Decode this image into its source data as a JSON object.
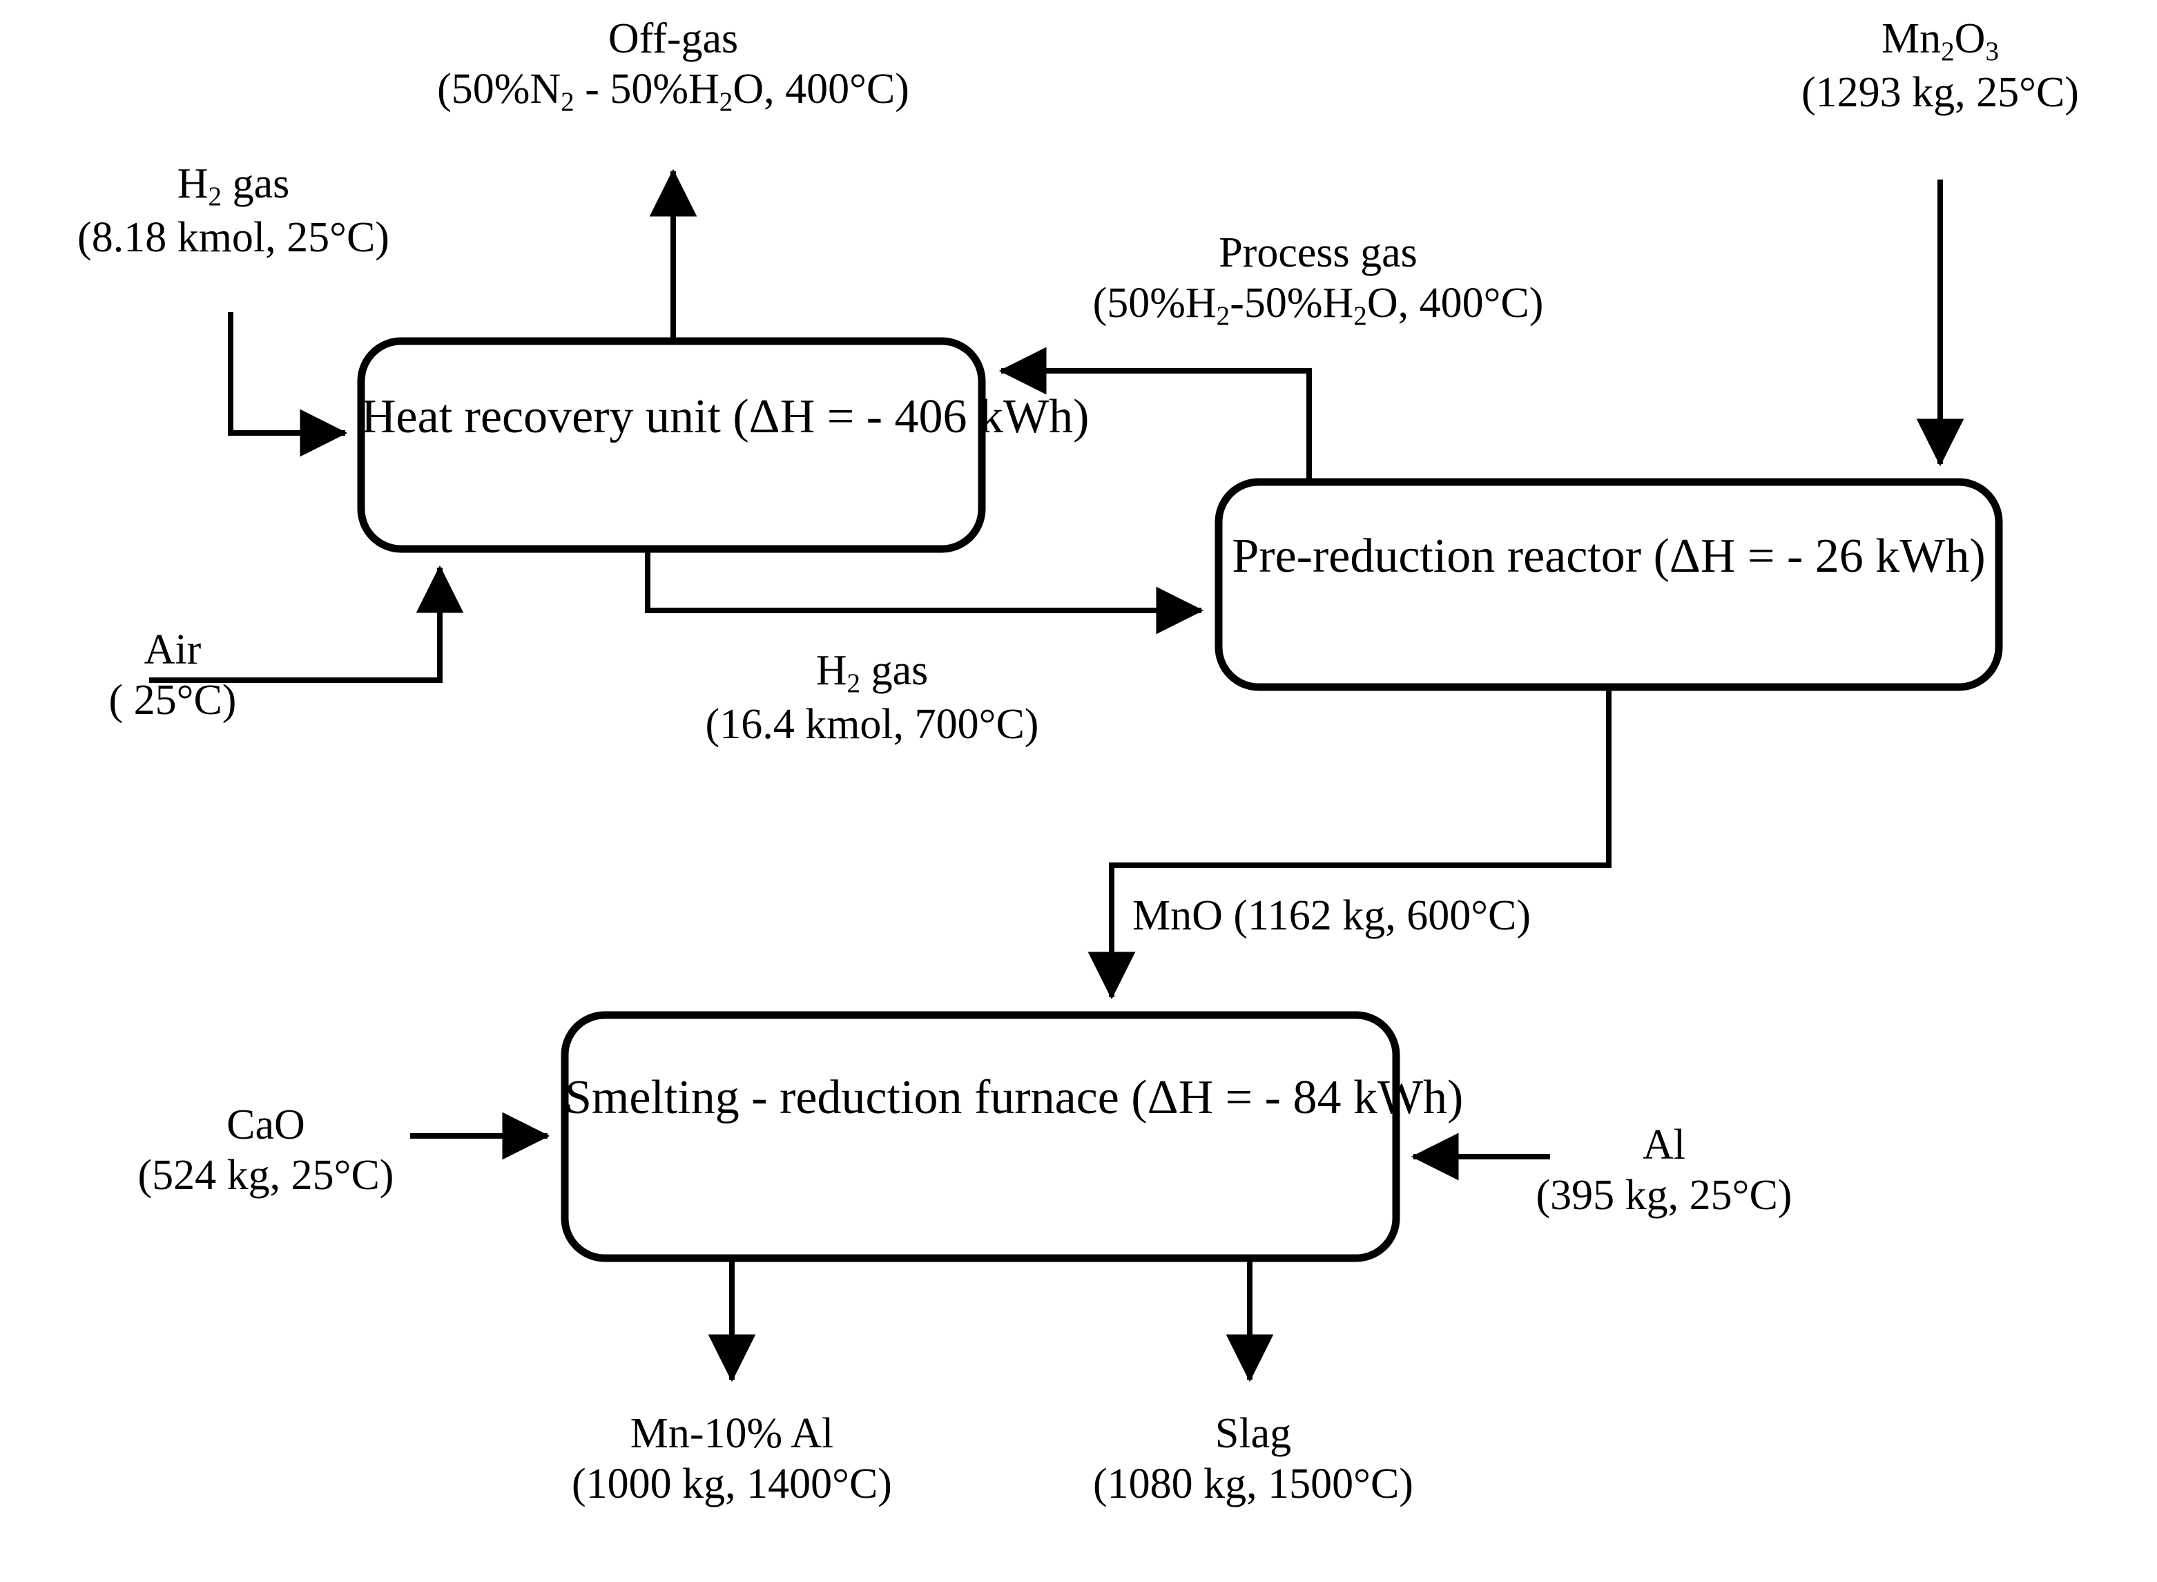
{
  "diagram": {
    "title": "Mn-10% Al alloy production flowsheet",
    "type": "process-flow-diagram",
    "stroke_color": "#000000",
    "background_color": "#ffffff"
  },
  "units": [
    {
      "id": "heat-recovery-unit",
      "name": "Heat recovery unit",
      "enthalpy": "(ΔH = - 406 kWh)"
    },
    {
      "id": "pre-reduction-reactor",
      "name": "Pre-reduction reactor",
      "enthalpy": "(ΔH = - 26 kWh)"
    },
    {
      "id": "smelting-reduction-furnace",
      "name": "Smelting - reduction furnace",
      "enthalpy": "(ΔH = - 84 kWh)"
    }
  ],
  "streams": [
    {
      "id": "off-gas",
      "name": "Off-gas",
      "conditions_pre": "(50%N",
      "conditions_sub1": "2",
      "conditions_mid": " - 50%H",
      "conditions_sub2": "2",
      "conditions_post": "O, 400°C)",
      "line1": "Off-gas",
      "line2": "(50%N2 - 50%H2O, 400°C)"
    },
    {
      "id": "h2-gas-feed",
      "line1": "H2 gas",
      "line2": "(8.18 kmol, 25°C)",
      "amount": "8.18 kmol",
      "temperature": "25°C"
    },
    {
      "id": "air",
      "line1": "Air",
      "line2": "( 25°C)",
      "temperature": "25°C"
    },
    {
      "id": "process-gas",
      "line1": "Process gas",
      "line2": "(50%H2-50%H2O, 400°C)",
      "temperature": "400°C"
    },
    {
      "id": "h2-gas-hot",
      "line1": "H2 gas",
      "line2": "(16.4 kmol, 700°C)",
      "amount": "16.4 kmol",
      "temperature": "700°C"
    },
    {
      "id": "mn2o3-feed",
      "line1": "Mn2O3",
      "line2": "(1293 kg, 25°C)",
      "amount": "1293 kg",
      "temperature": "25°C"
    },
    {
      "id": "mno",
      "line1": "MnO (1162 kg, 600°C)",
      "amount": "1162 kg",
      "temperature": "600°C"
    },
    {
      "id": "cao-feed",
      "line1": "CaO",
      "line2": "(524 kg, 25°C)",
      "amount": "524 kg",
      "temperature": "25°C"
    },
    {
      "id": "al-feed",
      "line1": "Al",
      "line2": "(395 kg, 25°C)",
      "amount": "395 kg",
      "temperature": "25°C"
    },
    {
      "id": "alloy-product",
      "line1": "Mn-10% Al",
      "line2": "(1000 kg, 1400°C)",
      "amount": "1000 kg",
      "temperature": "1400°C"
    },
    {
      "id": "slag-product",
      "line1": "Slag",
      "line2": "(1080 kg, 1500°C)",
      "amount": "1080 kg",
      "temperature": "1500°C"
    }
  ],
  "text": {
    "off_gas_label": "Off-gas",
    "off_gas_cond_a": "(50%N",
    "off_gas_cond_b": " - 50%H",
    "off_gas_cond_c": "O, 400°C)",
    "sub2": "2",
    "h2_feed_label_a": "H",
    "h2_feed_label_b": " gas",
    "h2_feed_cond": "(8.18 kmol, 25°C)",
    "air_label": "Air",
    "air_cond": "( 25°C)",
    "process_gas_label": "Process gas",
    "process_gas_cond_a": "(50%H",
    "process_gas_cond_b": "-50%H",
    "process_gas_cond_c": "O, 400°C)",
    "h2_hot_label_a": "H",
    "h2_hot_label_b": " gas",
    "h2_hot_cond": "(16.4 kmol, 700°C)",
    "mn2o3_label_a": "Mn",
    "mn2o3_label_b": "O",
    "mn2o3_label_c": "3",
    "mn2o3_cond": "(1293 kg, 25°C)",
    "mno_label": "MnO (1162 kg, 600°C)",
    "cao_label": "CaO",
    "cao_cond": "(524 kg, 25°C)",
    "al_label": "Al",
    "al_cond": "(395 kg, 25°C)",
    "alloy_label": "Mn-10% Al",
    "alloy_cond": "(1000 kg, 1400°C)",
    "slag_label": "Slag",
    "slag_cond": "(1080 kg, 1500°C)",
    "hru_name": "Heat recovery unit",
    "hru_enthalpy": "(ΔH = - 406 kWh)",
    "prr_name": "Pre-reduction reactor",
    "prr_enthalpy": "(ΔH = - 26 kWh)",
    "srf_name": "Smelting - reduction furnace",
    "srf_enthalpy": "(ΔH = - 84 kWh)"
  }
}
